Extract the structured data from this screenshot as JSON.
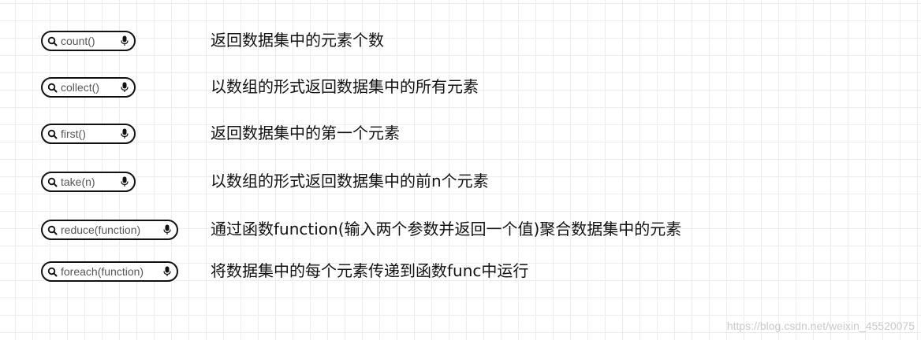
{
  "rows": [
    {
      "function": "count()",
      "description": "返回数据集中的元素个数"
    },
    {
      "function": "collect()",
      "description": "以数组的形式返回数据集中的所有元素"
    },
    {
      "function": "first()",
      "description": "返回数据集中的第一个元素"
    },
    {
      "function": "take(n)",
      "description": "以数组的形式返回数据集中的前n个元素"
    },
    {
      "function": "reduce(function)",
      "description": "通过函数function(输入两个参数并返回一个值)聚合数据集中的元素"
    },
    {
      "function": "foreach(function)",
      "description": "将数据集中的每个元素传递到函数func中运行"
    }
  ],
  "icons": {
    "left": "search-icon",
    "right": "microphone-icon"
  },
  "watermark": "https://blog.csdn.net/weixin_45520075",
  "colors": {
    "border": "#111111",
    "pill_text": "#555555",
    "grid": "#ececec",
    "watermark": "#c9c9c9"
  }
}
